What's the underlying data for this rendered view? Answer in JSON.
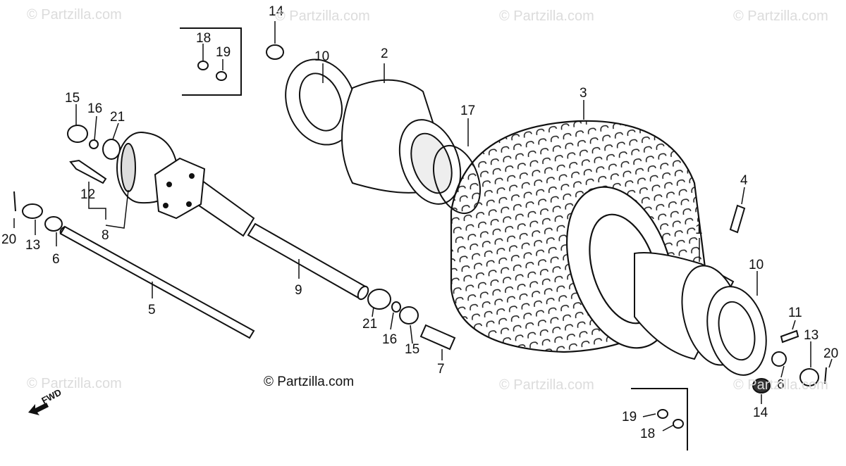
{
  "watermarks": {
    "top_left": "© Partzilla.com",
    "top_center": "© Partzilla.com",
    "top_right_1": "© Partzilla.com",
    "top_right_2": "© Partzilla.com",
    "bottom_left": "© Partzilla.com",
    "bottom_center_right": "© Partzilla.com",
    "bottom_right": "© Partzilla.com",
    "main": "© Partzilla.com"
  },
  "direction_label": "FWD",
  "callouts": {
    "n14_top": "14",
    "n10_top": "10",
    "n2": "2",
    "n3": "3",
    "n17": "17",
    "n18_top": "18",
    "n19_top": "19",
    "n15_left": "15",
    "n16_left": "16",
    "n21_left": "21",
    "n12": "12",
    "n8": "8",
    "n20_left": "20",
    "n13_left": "13",
    "n6_left": "6",
    "n5": "5",
    "n9": "9",
    "n21_mid": "21",
    "n16_mid": "16",
    "n15_mid": "15",
    "n7": "7",
    "n4": "4",
    "n1": "1",
    "n10_right": "10",
    "n11": "11",
    "n13_right": "13",
    "n20_right": "20",
    "n6_right": "6",
    "n14_bottom": "14",
    "n19_bottom": "19",
    "n18_bottom": "18"
  }
}
